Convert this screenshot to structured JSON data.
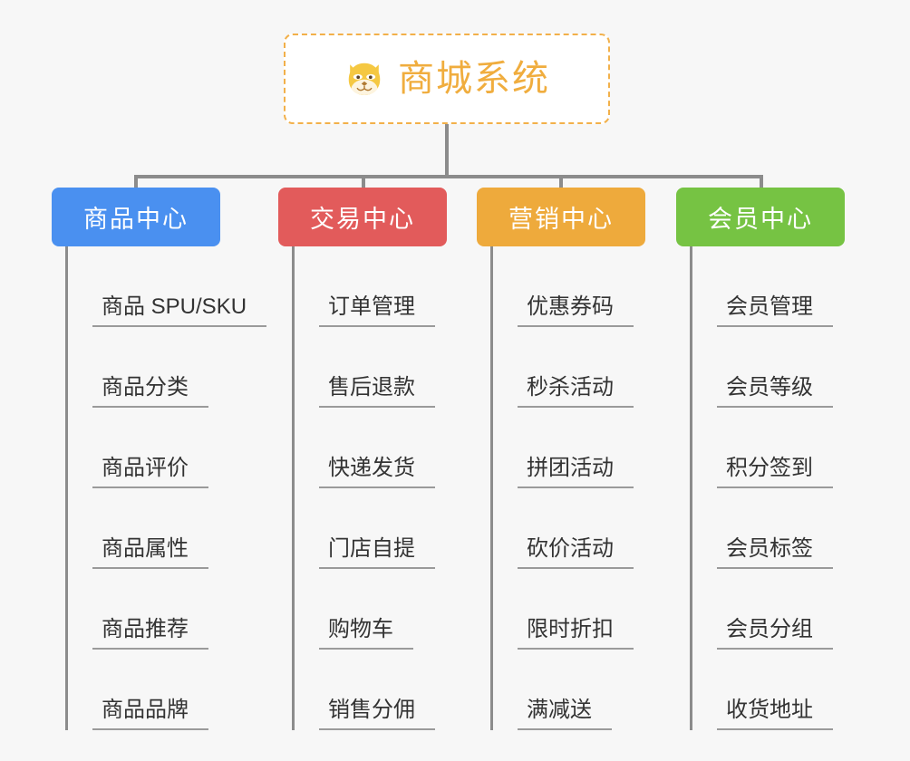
{
  "diagram": {
    "title": "商城系统",
    "background_color": "#f7f7f7",
    "root": {
      "label": "商城系统",
      "icon": "dog-face-emoji",
      "text_color": "#f0ad3e",
      "border_color": "#f2b04a",
      "background_color": "#ffffff"
    },
    "connector_color": "#8c8c8c",
    "branches": [
      {
        "label": "商品中心",
        "color": "#4a90f0",
        "items": [
          "商品 SPU/SKU",
          "商品分类",
          "商品评价",
          "商品属性",
          "商品推荐",
          "商品品牌"
        ]
      },
      {
        "label": "交易中心",
        "color": "#e25b5b",
        "items": [
          "订单管理",
          "售后退款",
          "快递发货",
          "门店自提",
          "购物车",
          "销售分佣"
        ]
      },
      {
        "label": "营销中心",
        "color": "#eeaa3c",
        "items": [
          "优惠券码",
          "秒杀活动",
          "拼团活动",
          "砍价活动",
          "限时折扣",
          "满减送"
        ]
      },
      {
        "label": "会员中心",
        "color": "#76c343",
        "items": [
          "会员管理",
          "会员等级",
          "积分签到",
          "会员标签",
          "会员分组",
          "收货地址"
        ]
      }
    ]
  }
}
